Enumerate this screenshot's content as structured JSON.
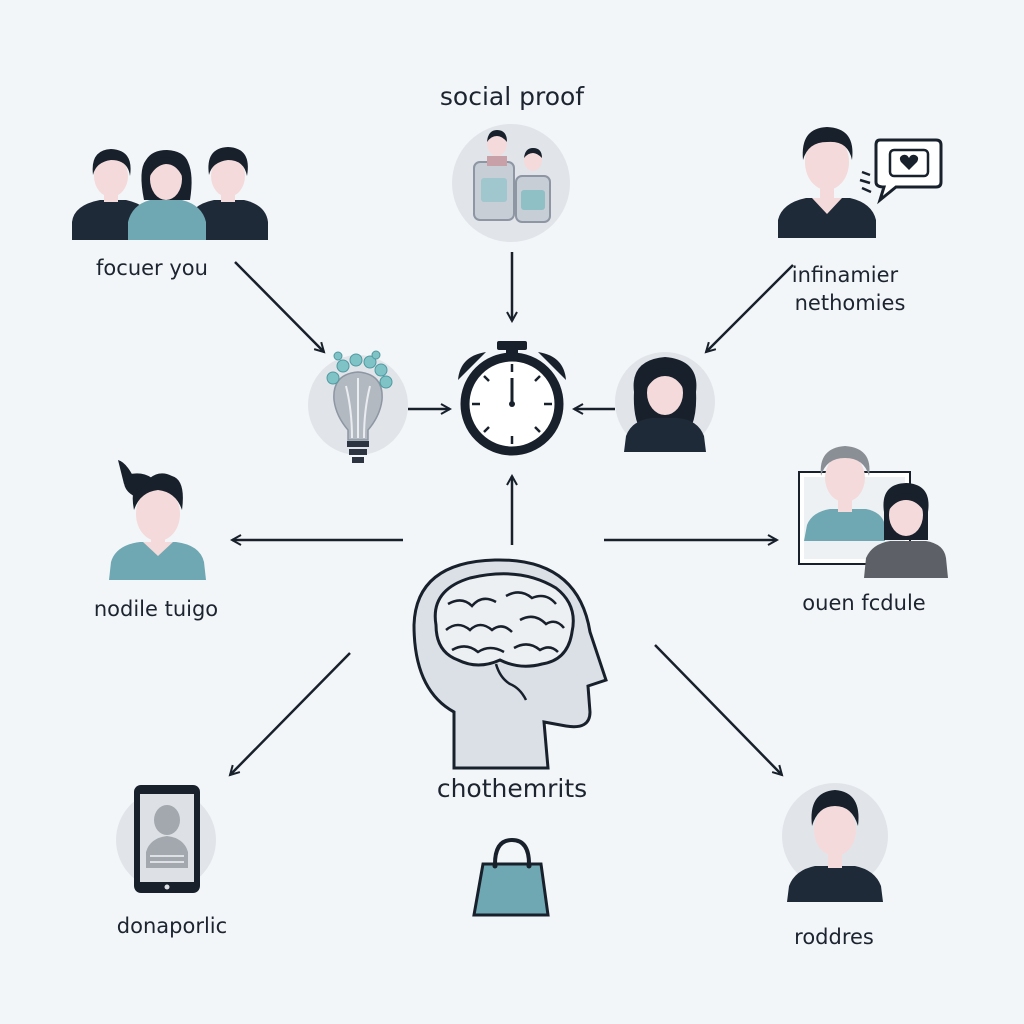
{
  "labels": {
    "top": "social proof",
    "top_left": "focuer you",
    "right_upper_line1": "infinamier",
    "right_upper_line2": "nethomies",
    "left_mid": "nodile tuigo",
    "right_mid": "ouen fcdule",
    "center": "chothemrits",
    "bottom_left": "donaporlic",
    "bottom_right": "roddres"
  },
  "colors": {
    "background": "#f3f6f8",
    "ink": "#17202b",
    "teal": "#6fa8b2",
    "skin": "#f4dada",
    "circle_bg": "#e1e5ea",
    "gray_shirt": "#5d6167"
  },
  "icons": [
    "group-of-people-icon",
    "social-proof-icon",
    "person-heart-speech-icon",
    "lightbulb-icon",
    "stopwatch-icon",
    "woman-avatar-icon",
    "man-avatar-icon",
    "brain-head-icon",
    "video-call-icon",
    "tablet-profile-icon",
    "shopping-bag-icon",
    "person-avatar-icon"
  ]
}
